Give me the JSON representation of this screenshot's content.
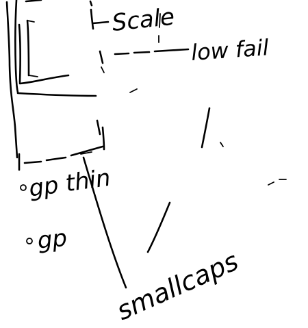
{
  "sketch": {
    "labels": {
      "top_label": "Scale",
      "right_label": "low fail",
      "bullet_one": "gp thin",
      "bullet_two": "gp",
      "bottom_label": "smallcaps"
    },
    "ink_color": "#000000",
    "background_color": "#ffffff"
  }
}
